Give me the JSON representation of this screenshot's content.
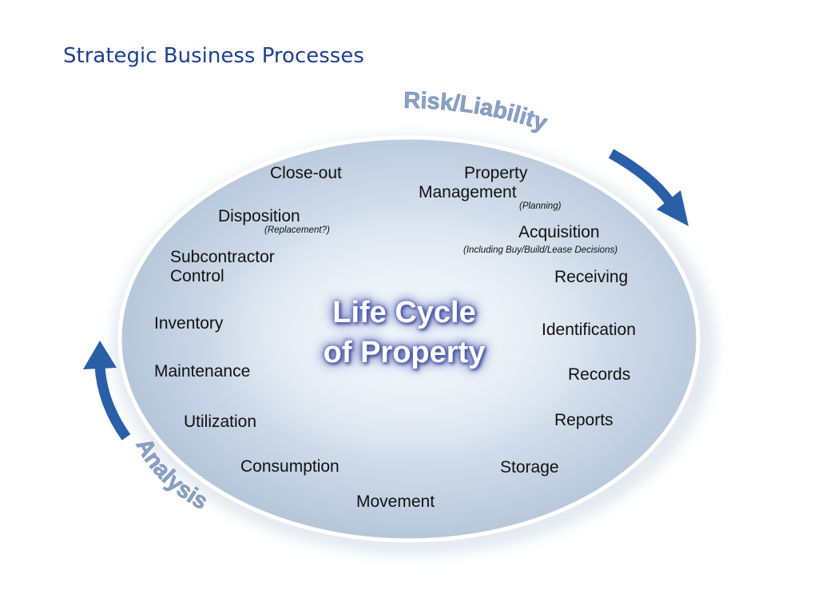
{
  "title": "Strategic Business Processes",
  "center": {
    "line1": "Life Cycle",
    "line2": "of Property"
  },
  "arc_labels": {
    "top": "Risk/Liability",
    "bottom": "Analysis"
  },
  "stages": {
    "close_out": "Close-out",
    "property_management": [
      "Property",
      "Management"
    ],
    "property_management_note": "(Planning)",
    "disposition": "Disposition",
    "disposition_note": "(Replacement?)",
    "acquisition": "Acquisition",
    "acquisition_note": "(Including Buy/Build/Lease Decisions)",
    "subcontractor_control": [
      "Subcontractor",
      "Control"
    ],
    "receiving": "Receiving",
    "inventory": "Inventory",
    "identification": "Identification",
    "maintenance": "Maintenance",
    "records": "Records",
    "utilization": "Utilization",
    "reports": "Reports",
    "consumption": "Consumption",
    "storage": "Storage",
    "movement": "Movement"
  },
  "colors": {
    "title": "#1f3f8f",
    "arrow": "#2a5fa8",
    "arc_text": "#8aa2c4",
    "ellipse": "#b9c9dc"
  }
}
